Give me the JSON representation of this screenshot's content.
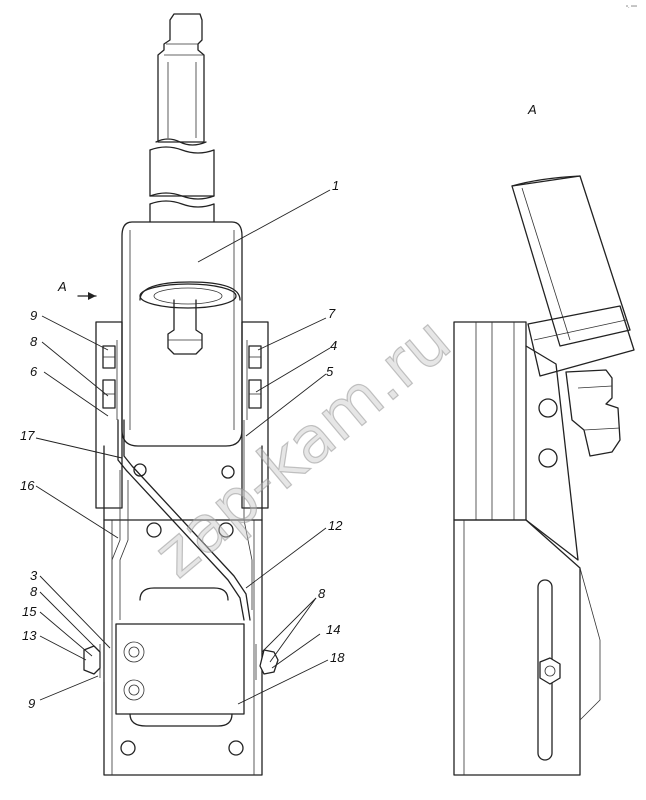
{
  "view_arrow_label": "A",
  "view_title": "A",
  "corner_mark": "°· °°°",
  "watermark": "zap-kam.ru",
  "callouts": [
    {
      "id": "c1",
      "text": "1"
    },
    {
      "id": "c3",
      "text": "3"
    },
    {
      "id": "c4",
      "text": "4"
    },
    {
      "id": "c5",
      "text": "5"
    },
    {
      "id": "c6",
      "text": "6"
    },
    {
      "id": "c7",
      "text": "7"
    },
    {
      "id": "c8a",
      "text": "8"
    },
    {
      "id": "c8b",
      "text": "8"
    },
    {
      "id": "c8c",
      "text": "8"
    },
    {
      "id": "c9a",
      "text": "9"
    },
    {
      "id": "c9b",
      "text": "9"
    },
    {
      "id": "c12",
      "text": "12"
    },
    {
      "id": "c13",
      "text": "13"
    },
    {
      "id": "c14",
      "text": "14"
    },
    {
      "id": "c15",
      "text": "15"
    },
    {
      "id": "c16",
      "text": "16"
    },
    {
      "id": "c17",
      "text": "17"
    },
    {
      "id": "c18",
      "text": "18"
    }
  ]
}
